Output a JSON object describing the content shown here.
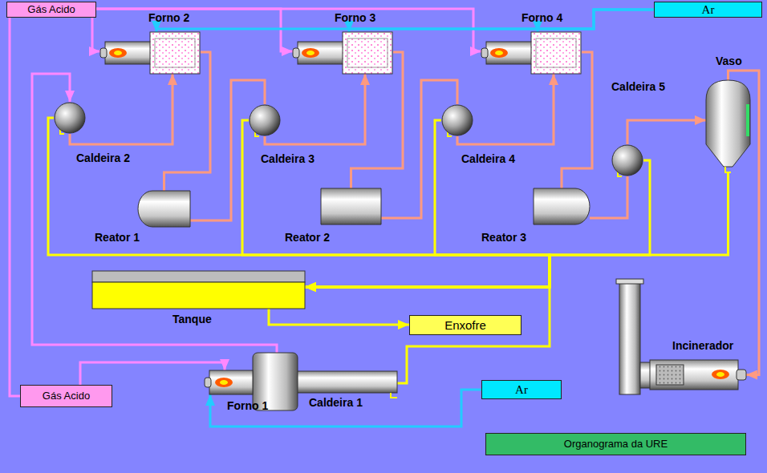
{
  "diagram": {
    "nodes": [
      {
        "text": [
          "Gás Acido"
        ]
      },
      {
        "text": [
          "Ar"
        ]
      },
      {
        "text": [
          "Forno 2"
        ]
      },
      {
        "text": [
          "Forno 3"
        ]
      },
      {
        "text": [
          "Forno 4"
        ]
      },
      {
        "text": [
          "Vaso"
        ]
      },
      {
        "text": [
          "Caldeira 2"
        ]
      },
      {
        "text": [
          "Caldeira 3"
        ]
      },
      {
        "text": [
          "Caldeira 4"
        ]
      },
      {
        "text": [
          "Caldeira 5"
        ]
      },
      {
        "text": [
          "Reator 1"
        ]
      },
      {
        "text": [
          "Reator 2"
        ]
      },
      {
        "text": [
          "Reator 3"
        ]
      },
      {
        "text": [
          "Tanque"
        ]
      },
      {
        "text": [
          "Enxofre"
        ]
      },
      {
        "text": [
          "Incinerador"
        ]
      },
      {
        "text": [
          "Gás Acido"
        ]
      },
      {
        "text": [
          "Caldeira 1"
        ]
      },
      {
        "text": [
          "Ar"
        ]
      },
      {
        "text": [
          "Forno 1"
        ]
      },
      {
        "text": [
          "Organograma da URE"
        ]
      }
    ],
    "edges": [
      {
        "from": 0,
        "to": 2,
        "arrow": "to"
      },
      {
        "from": 0,
        "to": 3,
        "arrow": "to"
      },
      {
        "from": 0,
        "to": 4,
        "arrow": "to"
      },
      {
        "from": 1,
        "to": 2,
        "arrow": "to"
      },
      {
        "from": 1,
        "to": 3,
        "arrow": "to"
      },
      {
        "from": 1,
        "to": 4,
        "arrow": "to"
      },
      {
        "from": 16,
        "to": 0,
        "arrow": "none"
      },
      {
        "from": 16,
        "to": 19,
        "arrow": "to"
      },
      {
        "from": 18,
        "to": 19,
        "arrow": "to"
      },
      {
        "from": 17,
        "to": 6,
        "arrow": "to"
      },
      {
        "from": 6,
        "to": 2,
        "arrow": "to"
      },
      {
        "from": 2,
        "to": 10,
        "arrow": "none"
      },
      {
        "from": 10,
        "to": 7,
        "arrow": "none"
      },
      {
        "from": 7,
        "to": 3,
        "arrow": "to"
      },
      {
        "from": 3,
        "to": 11,
        "arrow": "none"
      },
      {
        "from": 11,
        "to": 8,
        "arrow": "none"
      },
      {
        "from": 8,
        "to": 4,
        "arrow": "to"
      },
      {
        "from": 4,
        "to": 12,
        "arrow": "none"
      },
      {
        "from": 12,
        "to": 9,
        "arrow": "none"
      },
      {
        "from": 9,
        "to": 5,
        "arrow": "to"
      },
      {
        "from": 5,
        "to": 15,
        "arrow": "to"
      },
      {
        "from": 6,
        "to": 13,
        "arrow": "to"
      },
      {
        "from": 7,
        "to": 13,
        "arrow": "to"
      },
      {
        "from": 8,
        "to": 13,
        "arrow": "to"
      },
      {
        "from": 9,
        "to": 13,
        "arrow": "to"
      },
      {
        "from": 5,
        "to": 13,
        "arrow": "to"
      },
      {
        "from": 17,
        "to": 13,
        "arrow": "to"
      },
      {
        "from": 13,
        "to": 14,
        "arrow": "to"
      }
    ]
  }
}
